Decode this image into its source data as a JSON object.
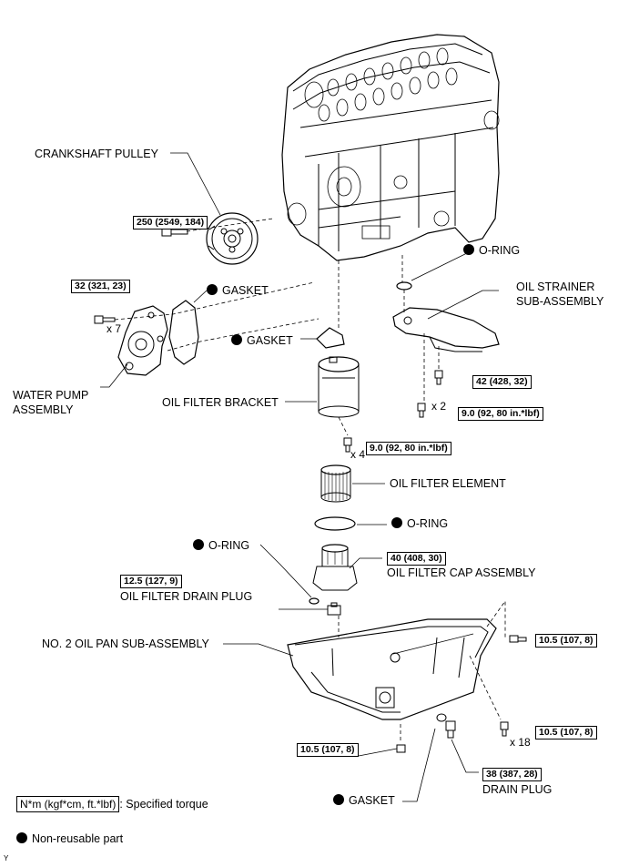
{
  "labels": {
    "crankshaft_pulley": "CRANKSHAFT PULLEY",
    "o_ring_top": "O-RING",
    "oil_strainer_line1": "OIL STRAINER",
    "oil_strainer_line2": "SUB-ASSEMBLY",
    "gasket_pump": "GASKET",
    "gasket_bracket": "GASKET",
    "water_pump_line1": "WATER PUMP",
    "water_pump_line2": "ASSEMBLY",
    "oil_filter_bracket": "OIL FILTER BRACKET",
    "oil_filter_element": "OIL FILTER ELEMENT",
    "o_ring_element": "O-RING",
    "o_ring_drain": "O-RING",
    "oil_filter_cap": "OIL FILTER CAP ASSEMBLY",
    "oil_filter_drain_plug": "OIL FILTER DRAIN PLUG",
    "no2_oil_pan": "NO. 2 OIL PAN SUB-ASSEMBLY",
    "gasket_bottom": "GASKET",
    "drain_plug": "DRAIN PLUG"
  },
  "torques": {
    "pulley": "250 (2549, 184)",
    "water_pump": "32 (321, 23)",
    "strainer_a": "42 (428, 32)",
    "strainer_b": "9.0 (92, 80 in.*lbf)",
    "bracket": "9.0 (92, 80 in.*lbf)",
    "cap": "40 (408, 30)",
    "filter_drain": "12.5 (127, 9)",
    "pan_right_top": "10.5 (107, 8)",
    "pan_right_bottom": "10.5 (107, 8)",
    "pan_bottom_left": "10.5 (107, 8)",
    "drain_plug": "38 (387, 28)"
  },
  "multipliers": {
    "water_pump": "x 7",
    "strainer": "x 2",
    "bracket": "x 4",
    "pan": "x 18"
  },
  "legend": {
    "torque_unit": "N*m (kgf*cm, ft.*lbf)",
    "torque_text": ": Specified torque",
    "non_reusable": "Non-reusable part"
  },
  "corner_mark": "Y"
}
